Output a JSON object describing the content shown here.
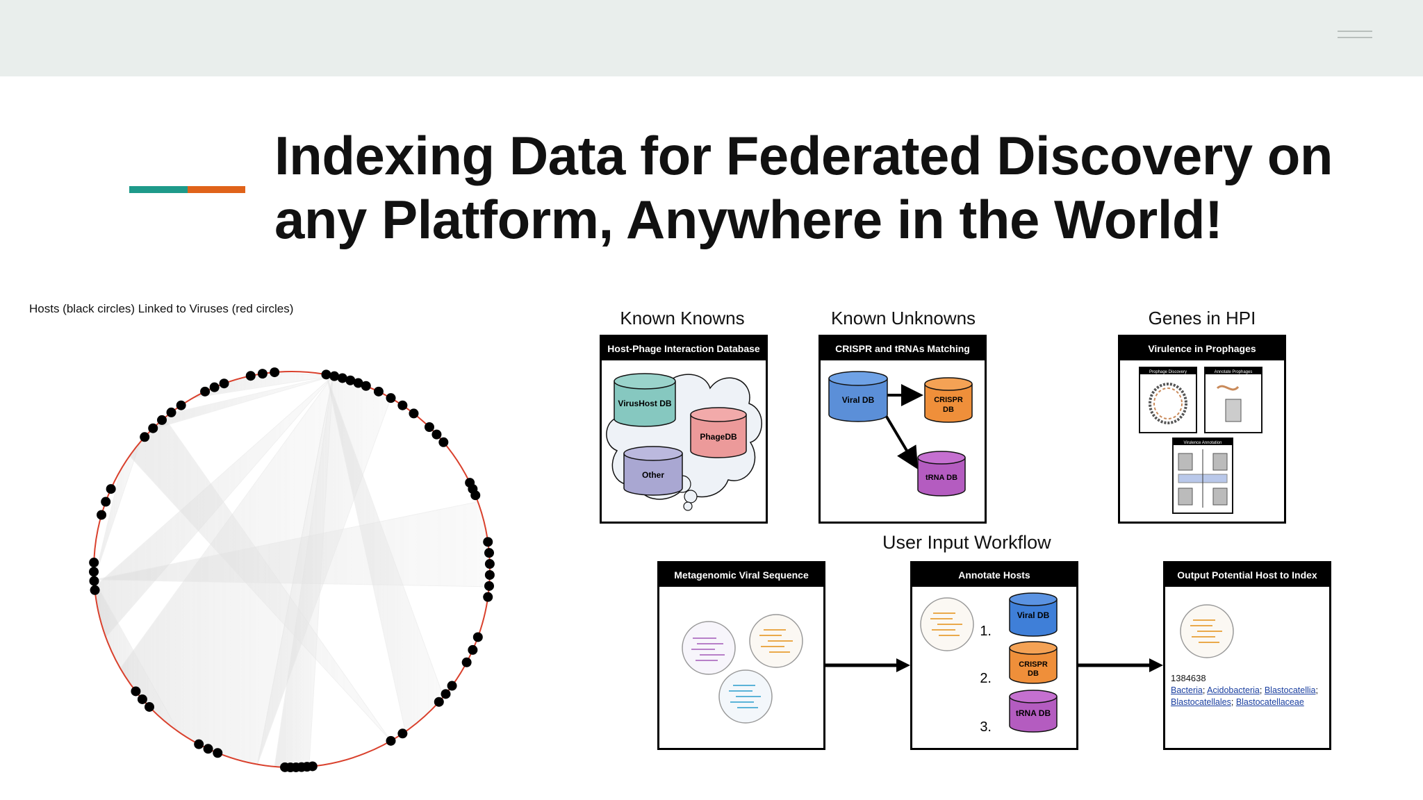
{
  "header": {
    "menu_icon": "hamburger-menu-icon"
  },
  "slide": {
    "title": "Indexing Data for Federated Discovery on any Platform, Anywhere in the World!",
    "accent_colors": [
      "#1e9a8a",
      "#e0631a"
    ]
  },
  "network": {
    "caption": "Hosts (black circles) Linked to Viruses (red circles)",
    "host_color": "#000000",
    "virus_color": "#d9402c"
  },
  "known_knowns": {
    "heading": "Known Knowns",
    "box_title": "Host-Phage Interaction Database",
    "db_labels": [
      "VirusHost DB",
      "PhageDB",
      "Other"
    ]
  },
  "known_unknowns": {
    "heading": "Known Unknowns",
    "box_title": "CRISPR and tRNAs Matching",
    "db_labels": [
      "Viral DB",
      "CRISPR DB",
      "tRNA DB"
    ]
  },
  "genes_hpi": {
    "heading": "Genes in HPI",
    "box_title": "Virulence in Prophages",
    "panels": [
      "Prophage Discovery",
      "Annotate Prophages",
      "Virulence Annotation"
    ]
  },
  "workflow": {
    "heading": "User Input Workflow",
    "step1_title": "Metagenomic Viral Sequence",
    "step2_title": "Annotate Hosts",
    "step2_items": [
      {
        "num": "1.",
        "label": "Viral DB"
      },
      {
        "num": "2.",
        "label": "CRISPR DB"
      },
      {
        "num": "3.",
        "label": "tRNA DB"
      }
    ],
    "step3_title": "Output Potential Host to Index",
    "output_id": "1384638",
    "output_taxonomy": [
      "Bacteria",
      "Acidobacteria",
      "Blastocatellia",
      "Blastocatellales",
      "Blastocatellaceae"
    ]
  }
}
